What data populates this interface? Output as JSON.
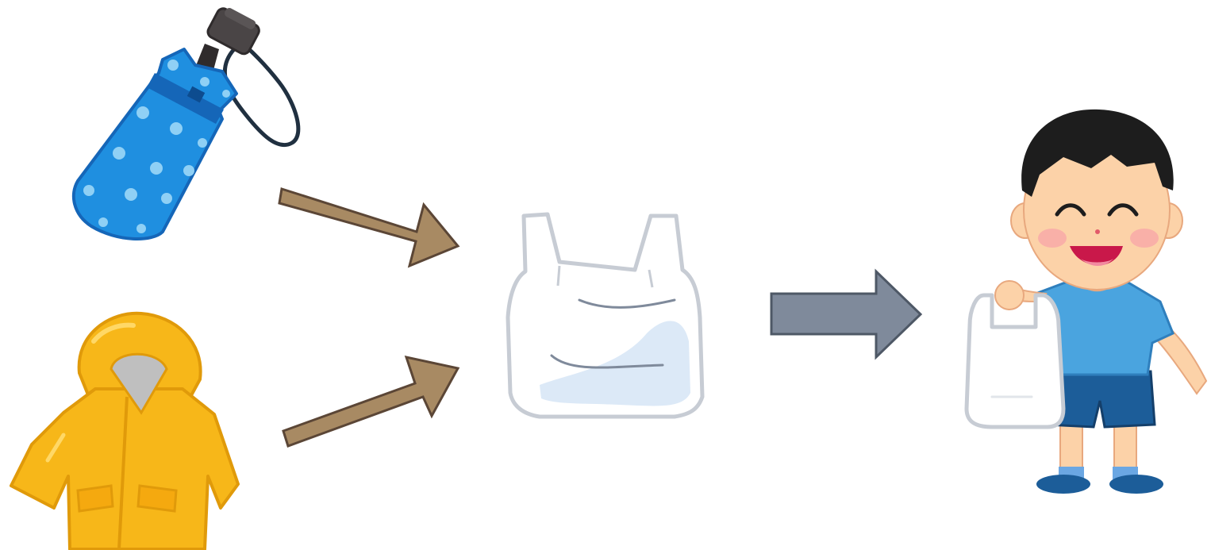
{
  "diagram": {
    "nodes": [
      {
        "id": "umbrella",
        "icon": "folding-umbrella-icon"
      },
      {
        "id": "raincoat",
        "icon": "raincoat-icon"
      },
      {
        "id": "plastic-bag",
        "icon": "plastic-bag-icon"
      },
      {
        "id": "boy",
        "icon": "boy-holding-bag-icon"
      }
    ],
    "edges": [
      {
        "from": "umbrella",
        "to": "plastic-bag",
        "icon": "arrow-right-icon"
      },
      {
        "from": "raincoat",
        "to": "plastic-bag",
        "icon": "arrow-right-icon"
      },
      {
        "from": "plastic-bag",
        "to": "boy",
        "icon": "arrow-right-icon"
      }
    ]
  },
  "colors": {
    "background": "#ffffff",
    "umbrella_blue": "#1f8fe0",
    "umbrella_dots": "#8fd0f5",
    "raincoat_yellow": "#f7b719",
    "arrow_brown": "#a88a63",
    "arrow_gray": "#7f8a9b",
    "bag_outline": "#c7ccd4",
    "bag_tint": "#dce9f7",
    "skin": "#fcd2a8",
    "shirt_blue": "#4aa4df",
    "shorts_navy": "#1c5d99",
    "hair": "#1d1d1d"
  }
}
